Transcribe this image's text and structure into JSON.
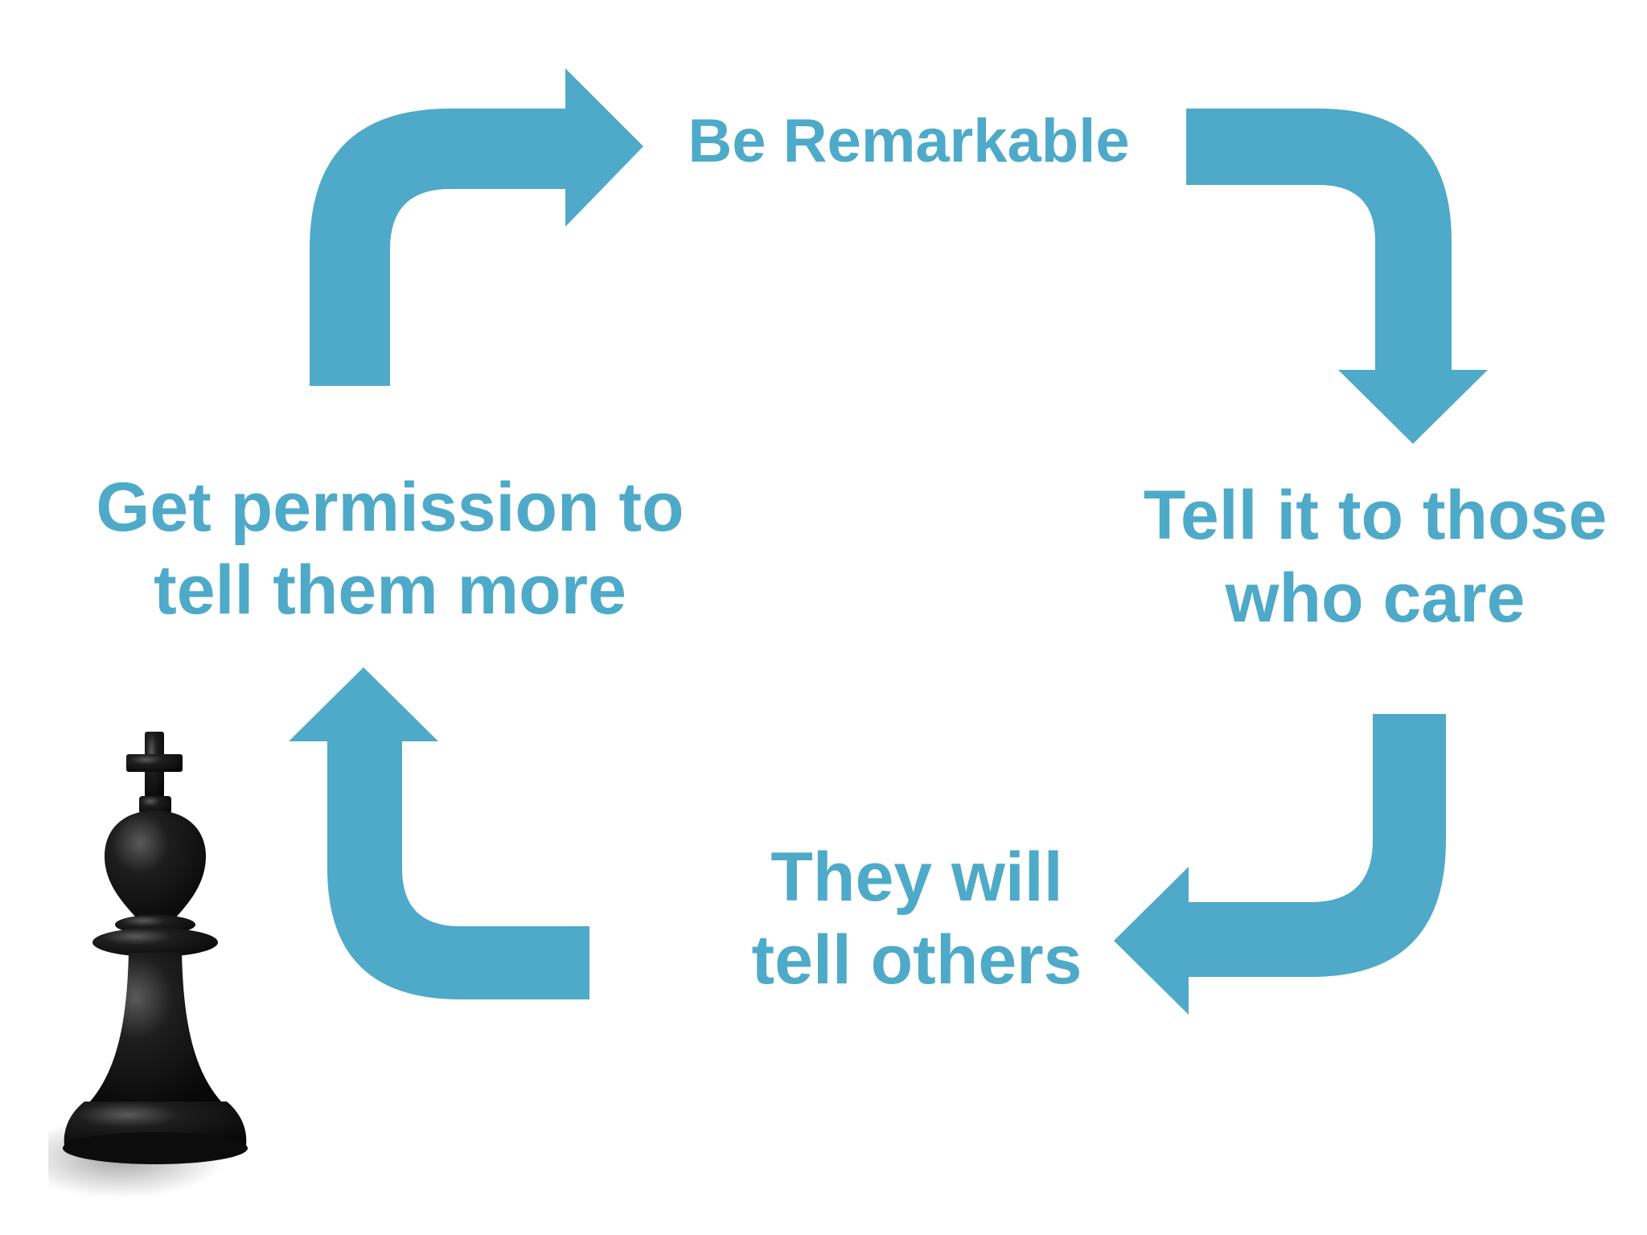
{
  "colors": {
    "arrow": "#4eaac8",
    "text": "#4eaac8",
    "piece": "#141414"
  },
  "cycle": {
    "steps": [
      {
        "lines": [
          "Be Remarkable"
        ]
      },
      {
        "lines": [
          "Tell it to those",
          "who care"
        ]
      },
      {
        "lines": [
          "They will",
          "tell others"
        ]
      },
      {
        "lines": [
          "Get permission to",
          "tell them more"
        ]
      }
    ]
  },
  "decoration": {
    "icon": "chess-king-icon"
  }
}
